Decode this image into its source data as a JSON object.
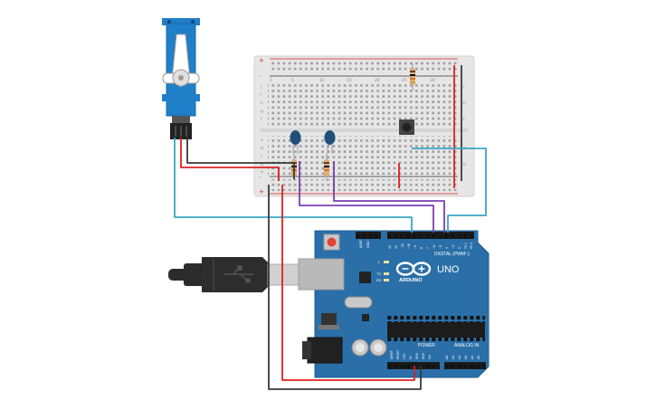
{
  "board": {
    "logo": "UNO",
    "brand": "ARDUINO",
    "digital_label": "DIGITAL (PWM~)",
    "power_label": "POWER",
    "analog_label": "ANALOG IN",
    "led_l": "L",
    "led_tx": "TX",
    "led_rx": "RX",
    "aref": "AREF",
    "gnd": "GND",
    "digital_pins": [
      "13",
      "12",
      "~11",
      "~10",
      "~9",
      "8",
      "7",
      "~6",
      "~5",
      "4",
      "~3",
      "2",
      "TX 1",
      "RX 0"
    ],
    "power_pins": [
      "IOREF",
      "RESET",
      "3.3V",
      "5V",
      "GND",
      "GND",
      "Vin"
    ],
    "analog_pins": [
      "A0",
      "A1",
      "A2",
      "A3",
      "A4",
      "A5"
    ]
  },
  "breadboard": {
    "row_letters_top": [
      "j",
      "i",
      "h",
      "g",
      "f"
    ],
    "row_letters_bottom": [
      "e",
      "d",
      "c",
      "b",
      "a"
    ],
    "column_numbers": [
      "1",
      "5",
      "10",
      "15",
      "20",
      "25",
      "30"
    ],
    "rail_plus": "+",
    "rail_minus": "-"
  },
  "colors": {
    "board_blue": "#2a6fa8",
    "wire_red": "#e02020",
    "wire_black": "#3a3a3a",
    "wire_purple": "#7a3fb0",
    "wire_cyan": "#3aa6c4",
    "servo_blue": "#1f7fc8"
  },
  "components": [
    "servo-motor",
    "breadboard",
    "arduino-uno",
    "usb-cable",
    "push-button",
    "blue-led",
    "blue-led",
    "resistor",
    "resistor",
    "resistor"
  ]
}
